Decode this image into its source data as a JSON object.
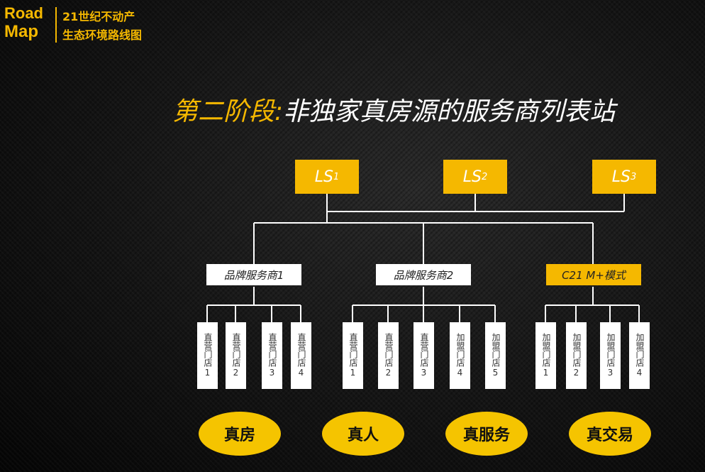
{
  "logo": {
    "word_top": "Road",
    "word_bottom": "Map",
    "line1": "21世纪不动产",
    "line2": "生态环境路线图"
  },
  "title": {
    "prefix": "第二阶段:",
    "main": "非独家真房源的服务商列表站"
  },
  "listing_sites": [
    {
      "label": "LS",
      "sub": "1"
    },
    {
      "label": "LS",
      "sub": "2"
    },
    {
      "label": "LS",
      "sub": "3"
    }
  ],
  "providers": [
    {
      "label": "品牌服务商1",
      "style": "white"
    },
    {
      "label": "品牌服务商2",
      "style": "white"
    },
    {
      "label": "C21 M+模式",
      "style": "gold"
    }
  ],
  "stores": [
    {
      "text": "直营门店",
      "num": "1"
    },
    {
      "text": "直营门店",
      "num": "2"
    },
    {
      "text": "直营门店",
      "num": "3"
    },
    {
      "text": "直营门店",
      "num": "4"
    },
    {
      "text": "直营门店",
      "num": "1"
    },
    {
      "text": "直营门店",
      "num": "2"
    },
    {
      "text": "直营门店",
      "num": "3"
    },
    {
      "text": "加盟门店",
      "num": "4"
    },
    {
      "text": "加盟门店",
      "num": "5"
    },
    {
      "text": "加盟门店",
      "num": "1"
    },
    {
      "text": "加盟门店",
      "num": "2"
    },
    {
      "text": "加盟门店",
      "num": "3"
    },
    {
      "text": "加盟门店",
      "num": "4"
    }
  ],
  "pillars": [
    "真房",
    "真人",
    "真服务",
    "真交易"
  ],
  "colors": {
    "accent": "#f5b800",
    "pillar": "#f5c400",
    "line": "#ffffff"
  }
}
